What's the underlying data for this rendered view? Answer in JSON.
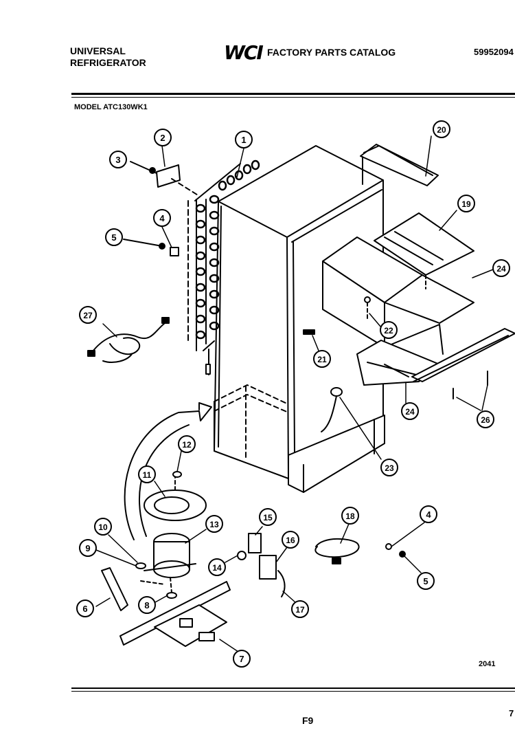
{
  "header": {
    "brand_line1": "UNIVERSAL",
    "brand_line2": "REFRIGERATOR",
    "logo": "WCI",
    "catalog_title": "FACTORY PARTS CATALOG",
    "catalog_number": "59952094"
  },
  "model_label": "MODEL ATC130WK1",
  "drawing_code": "2041",
  "page_label": "F9",
  "page_number": "7",
  "callouts": [
    "1",
    "2",
    "3",
    "4",
    "5",
    "27",
    "20",
    "19",
    "24",
    "22",
    "21",
    "24",
    "26",
    "23",
    "12",
    "11",
    "13",
    "10",
    "9",
    "6",
    "8",
    "7",
    "14",
    "15",
    "16",
    "17",
    "18",
    "4",
    "5"
  ]
}
